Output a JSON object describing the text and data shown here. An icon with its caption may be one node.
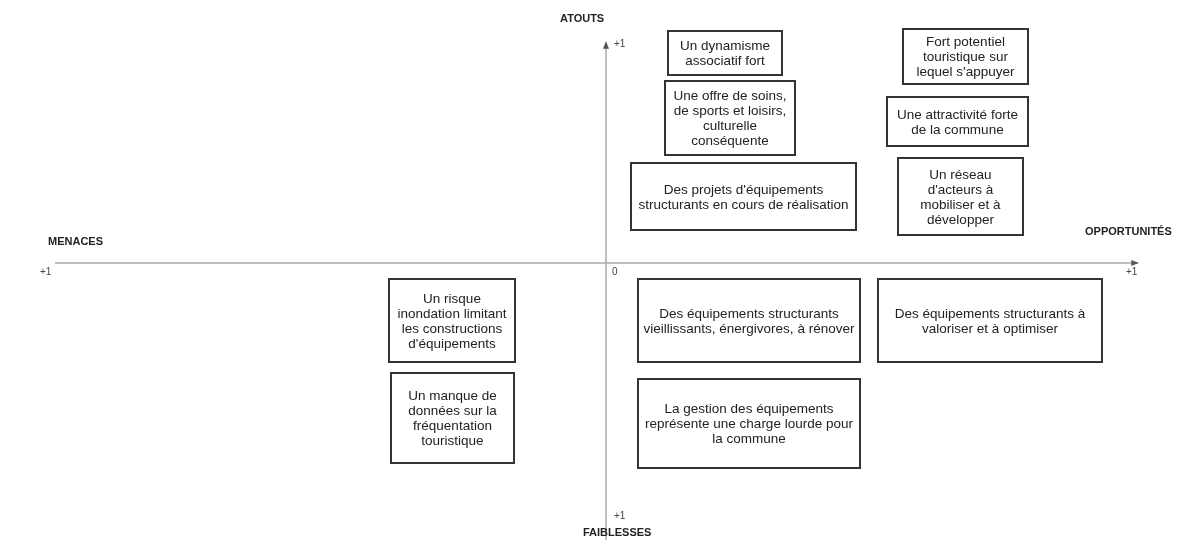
{
  "diagram": {
    "nodes": [
      {
        "text": [
          "Un dynamisme associatif fort"
        ]
      },
      {
        "text": [
          "Fort potentiel touristique sur lequel s'appuyer"
        ]
      },
      {
        "text": [
          "Une offre de soins, de sports et loisirs, culturelle conséquente"
        ]
      },
      {
        "text": [
          "Une attractivité forte de la commune"
        ]
      },
      {
        "text": [
          "Des projets d'équipements structurants en cours de réalisation"
        ]
      },
      {
        "text": [
          "Un réseau d'acteurs à mobiliser et à développer"
        ]
      },
      {
        "text": [
          "Un risque inondation limitant les constructions d'équipements"
        ]
      },
      {
        "text": [
          "Des équipements structurants vieillissants, énergivores, à rénover"
        ]
      },
      {
        "text": [
          "Des équipements structurants à valoriser et à optimiser"
        ]
      },
      {
        "text": [
          "Un manque de données sur la fréquentation touristique"
        ]
      },
      {
        "text": [
          "La gestion des équipements représente une charge lourde pour la commune"
        ]
      }
    ],
    "labels": [
      "ATOUTS",
      "+1",
      "MENACES",
      "OPPORTUNITÉS",
      "+1",
      "0",
      "+1",
      "+1",
      "FAIBLESSES"
    ]
  }
}
